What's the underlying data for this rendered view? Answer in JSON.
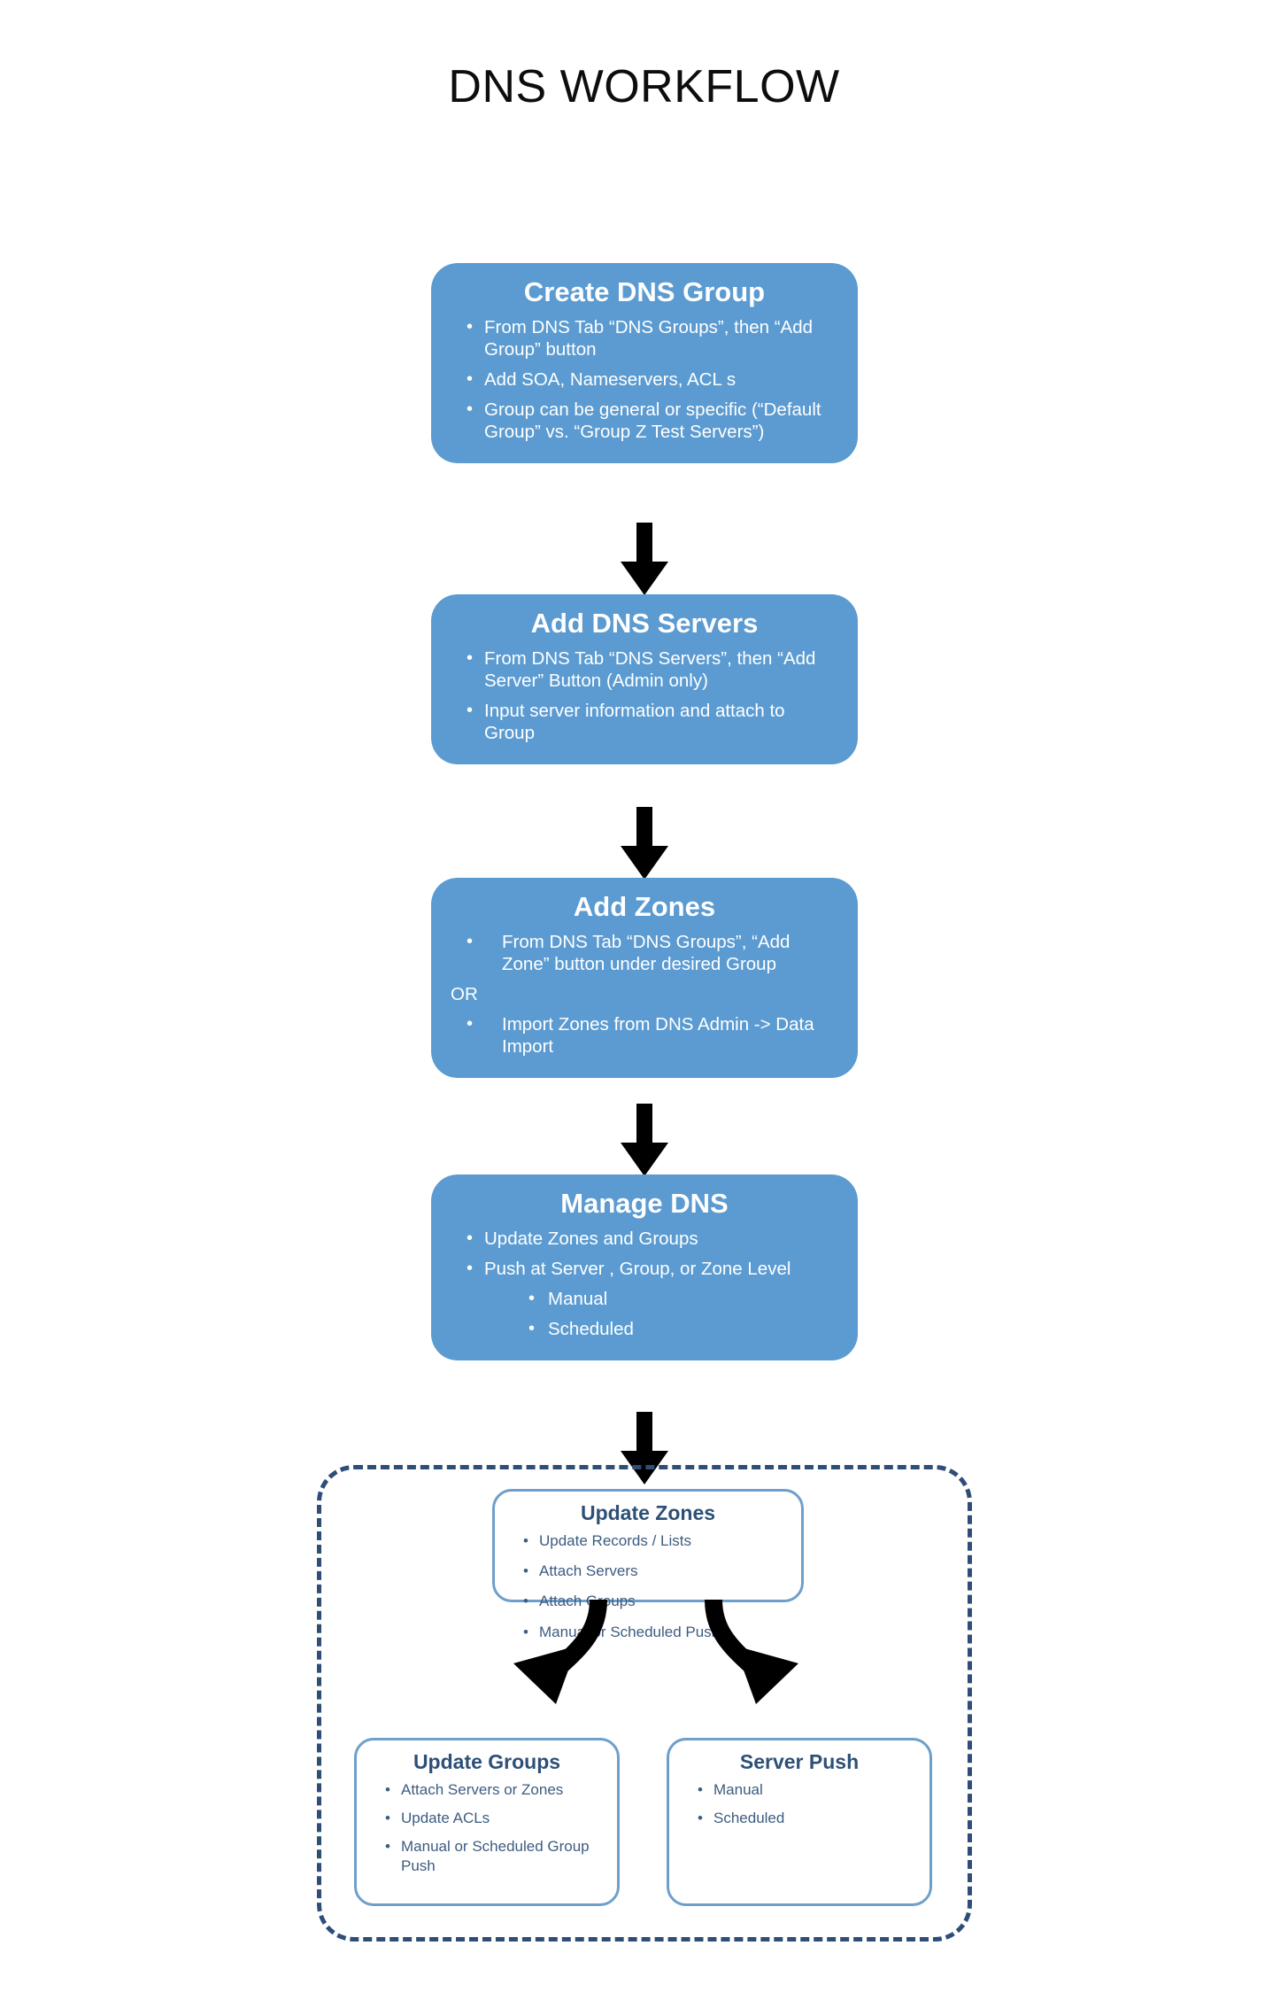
{
  "title": "DNS WORKFLOW",
  "colors": {
    "box_fill": "#5B9BD1",
    "box_text": "#FFFFFF",
    "dashed_border": "#2E4D78",
    "white_box_border": "#6E9FCB",
    "white_box_heading": "#2E5077",
    "white_box_text": "#3D5C80",
    "arrow": "#000000",
    "title_text": "#0D0D0D"
  },
  "steps": [
    {
      "id": "create-dns-group",
      "title": "Create DNS Group",
      "bullets": [
        "From DNS Tab “DNS Groups”, then “Add Group” button",
        "Add SOA, Nameservers, ACL s",
        "Group can be general or specific (“Default Group” vs. “Group Z Test Servers”)"
      ]
    },
    {
      "id": "add-dns-servers",
      "title": "Add DNS Servers",
      "bullets": [
        "From DNS Tab “DNS Servers”, then “Add Server” Button (Admin only)",
        "Input server information and attach to Group"
      ]
    },
    {
      "id": "add-zones",
      "title": "Add  Zones",
      "bullets": [
        "From DNS Tab “DNS Groups”, “Add Zone” button under desired Group"
      ],
      "separator": "OR",
      "bullets_after": [
        "Import Zones from DNS Admin -> Data Import"
      ]
    },
    {
      "id": "manage-dns",
      "title": "Manage DNS",
      "bullets": [
        "Update Zones and Groups",
        "Push at Server , Group, or Zone Level"
      ],
      "sub_bullets": [
        "Manual",
        "Scheduled"
      ]
    }
  ],
  "detail_group": {
    "update_zones": {
      "title": "Update Zones",
      "bullets": [
        "Update Records / Lists",
        "Attach Servers",
        "Attach Groups",
        "Manual or Scheduled Push"
      ]
    },
    "update_groups": {
      "title": "Update Groups",
      "bullets": [
        "Attach Servers or Zones",
        "Update ACLs",
        "Manual or Scheduled Group Push"
      ]
    },
    "server_push": {
      "title": "Server Push",
      "bullets": [
        "Manual",
        "Scheduled"
      ]
    }
  }
}
